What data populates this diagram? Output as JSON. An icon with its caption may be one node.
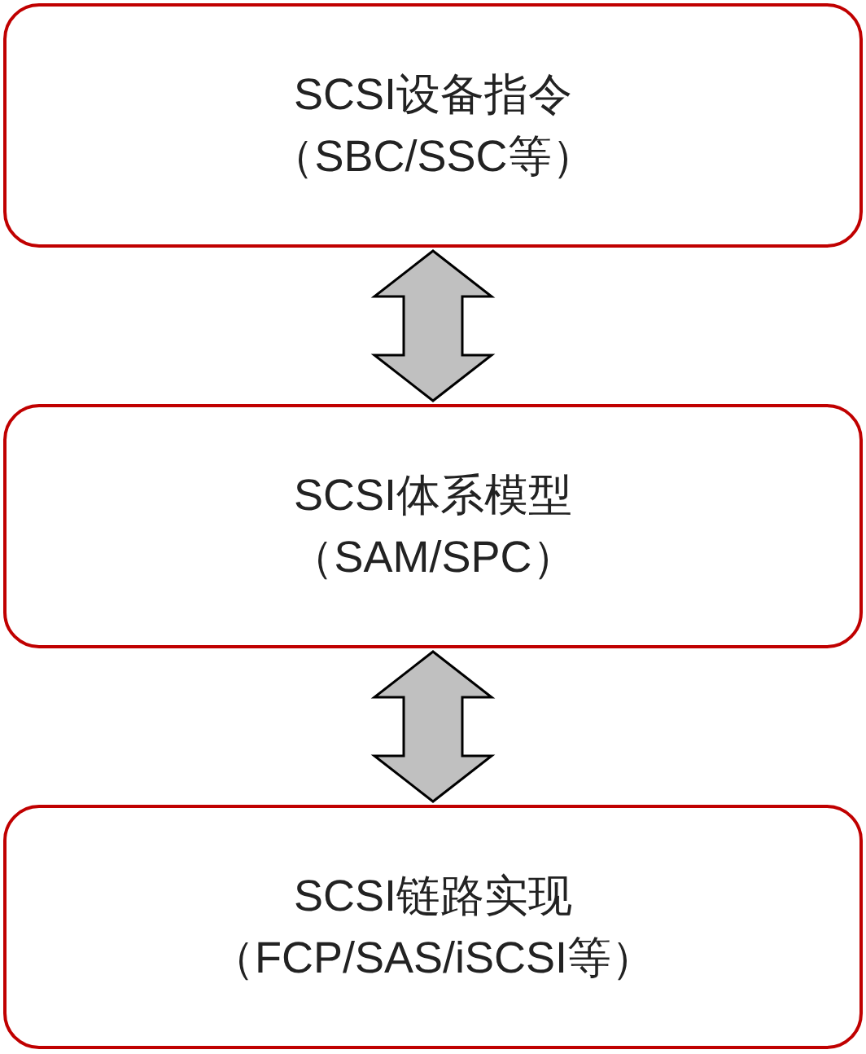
{
  "diagram": {
    "nodes": [
      {
        "text": [
          "SCSI设备指令",
          "（SBC/SSC等）"
        ]
      },
      {
        "text": [
          "SCSI体系模型",
          "（SAM/SPC）"
        ]
      },
      {
        "text": [
          "SCSI链路实现",
          "（FCP/SAS/iSCSI等）"
        ]
      }
    ],
    "edges": [
      {
        "from": 0,
        "to": 1,
        "arrow": "both"
      },
      {
        "from": 1,
        "to": 2,
        "arrow": "both"
      }
    ]
  }
}
